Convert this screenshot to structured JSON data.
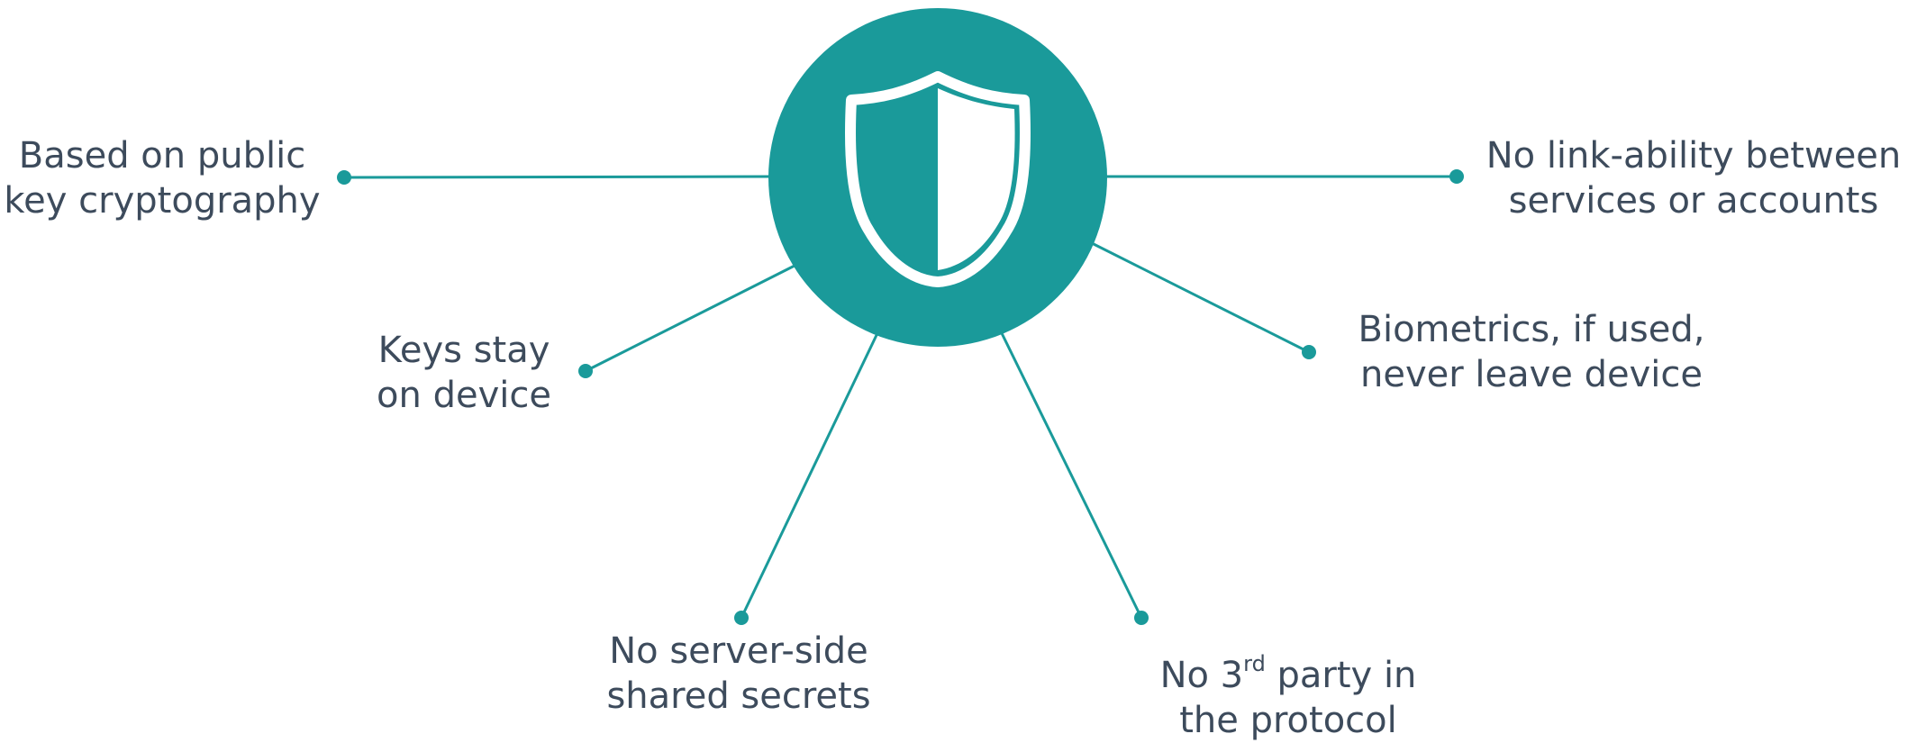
{
  "colors": {
    "accent": "#1a9a9a",
    "text": "#3d4b5c",
    "background": "#ffffff"
  },
  "center": {
    "icon": "shield-icon"
  },
  "features": [
    {
      "id": "public-key",
      "line1": "Based on public",
      "line2": "key cryptography"
    },
    {
      "id": "no-linkability",
      "line1": "No link-ability between",
      "line2": "services or accounts"
    },
    {
      "id": "keys-on-device",
      "line1": "Keys stay",
      "line2": "on device"
    },
    {
      "id": "biometrics",
      "line1": "Biometrics, if used,",
      "line2": "never leave device"
    },
    {
      "id": "no-shared-secrets",
      "line1": "No server-side",
      "line2": "shared secrets"
    },
    {
      "id": "no-third-party",
      "line1_pre": "No 3",
      "line1_sup": "rd",
      "line1_post": " party in",
      "line2": "the protocol"
    }
  ]
}
